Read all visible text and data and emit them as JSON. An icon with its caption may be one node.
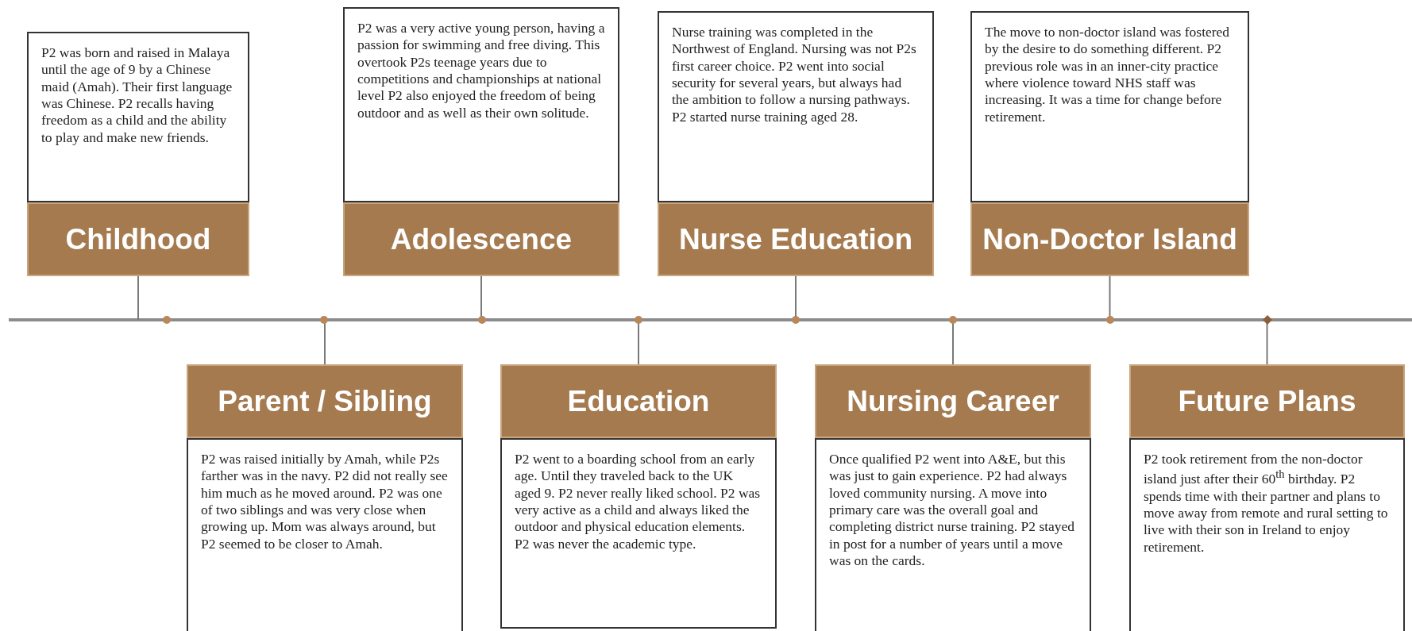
{
  "diagram": {
    "nodes": [
      {
        "text": [
          "P2 was born and raised in Malaya until the age of 9 by a Chinese maid (Amah). Their first language was Chinese. P2 recalls having freedom as a child and the ability to play and make new friends."
        ]
      },
      {
        "text": [
          "Childhood"
        ]
      },
      {
        "text": [
          "P2 was a very active young person, having a passion for swimming and free diving. This overtook P2s teenage years due to competitions and championships at national level P2 also enjoyed the freedom of being outdoor and as well as their own solitude."
        ]
      },
      {
        "text": [
          "Adolescence"
        ]
      },
      {
        "text": [
          "Nurse training was completed in the Northwest of England. Nursing was not P2s first career choice. P2 went into social security for several years, but always had the ambition to follow a nursing pathways. P2 started nurse training aged 28."
        ]
      },
      {
        "text": [
          "Nurse Education"
        ]
      },
      {
        "text": [
          "The move to non-doctor island was fostered by the desire to do something different. P2 previous role was in an inner-city practice where violence toward NHS staff was increasing. It was a time for change before retirement."
        ]
      },
      {
        "text": [
          "Non-Doctor Island"
        ]
      },
      {
        "text": [
          "Parent / Sibling"
        ]
      },
      {
        "text": [
          "P2 was raised initially by Amah, while P2s farther was in the navy. P2 did not really see him much as he moved around. P2 was one of two siblings and was very close when growing up. Mom was always around, but P2 seemed to be closer to Amah."
        ]
      },
      {
        "text": [
          "Education"
        ]
      },
      {
        "text": [
          "P2 went to a boarding school from an early age. Until they traveled back to the UK aged 9. P2 never really liked school. P2 was very active as a child and always liked the outdoor and physical education elements. P2 was never the academic type."
        ]
      },
      {
        "text": [
          "Nursing Career"
        ]
      },
      {
        "text": [
          "Once qualified P2 went into A&E, but this was just to gain experience. P2 had always loved community nursing. A move into primary care was the overall goal and completing district nurse training. P2 stayed in post for a number of years until a move was on the cards."
        ]
      },
      {
        "text": [
          "Future Plans"
        ]
      },
      {
        "text": [
          "P2 took retirement from the non-doctor island just after their 60$^{th}$ birthday. P2 spends time with their partner and plans to move away from remote and rural setting to live with their son in Ireland to enjoy retirement."
        ]
      }
    ],
    "edges": [
      {
        "from": 1,
        "to": null,
        "arrow": "none"
      },
      {
        "from": 3,
        "to": null,
        "arrow": "none"
      },
      {
        "from": 5,
        "to": null,
        "arrow": "none"
      },
      {
        "from": 7,
        "to": null,
        "arrow": "none"
      },
      {
        "from": 8,
        "to": null,
        "arrow": "none"
      },
      {
        "from": 10,
        "to": null,
        "arrow": "none"
      },
      {
        "from": 12,
        "to": null,
        "arrow": "none"
      },
      {
        "from": 14,
        "to": null,
        "arrow": "none"
      }
    ]
  }
}
